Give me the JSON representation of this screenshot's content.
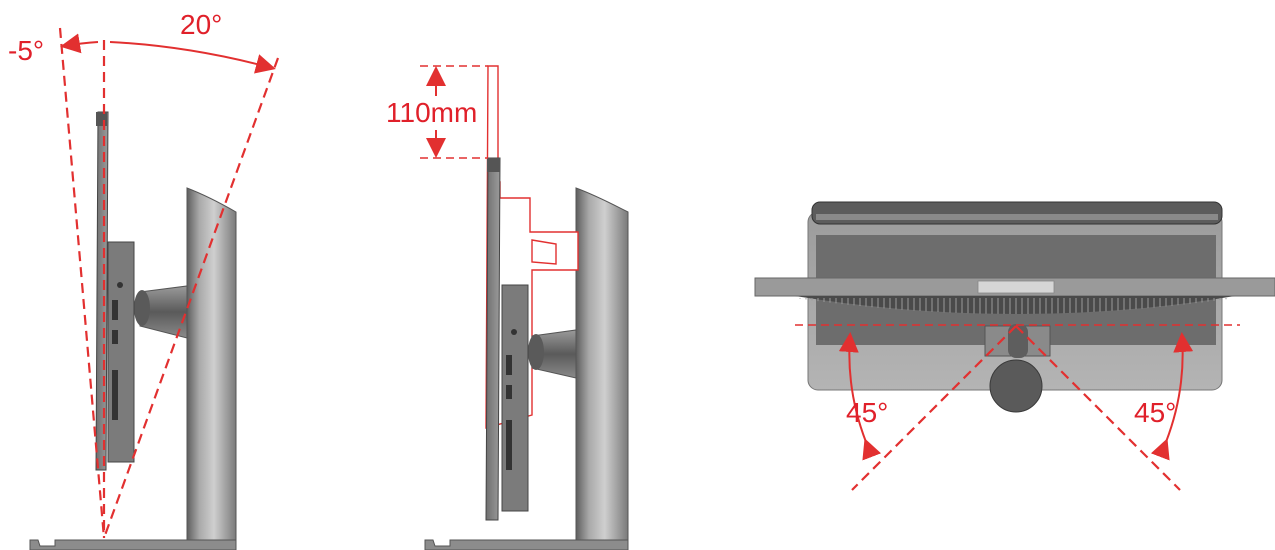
{
  "diagram": {
    "tilt": {
      "forward_label": "-5°",
      "back_label": "20°"
    },
    "height": {
      "label": "110mm"
    },
    "swivel": {
      "left_label": "45°",
      "right_label": "45°"
    },
    "colors": {
      "annotation": "#e23030",
      "stand_dark": "#6a6a6a",
      "stand_light": "#b9b9b9",
      "panel": "#8a8a8a"
    }
  }
}
